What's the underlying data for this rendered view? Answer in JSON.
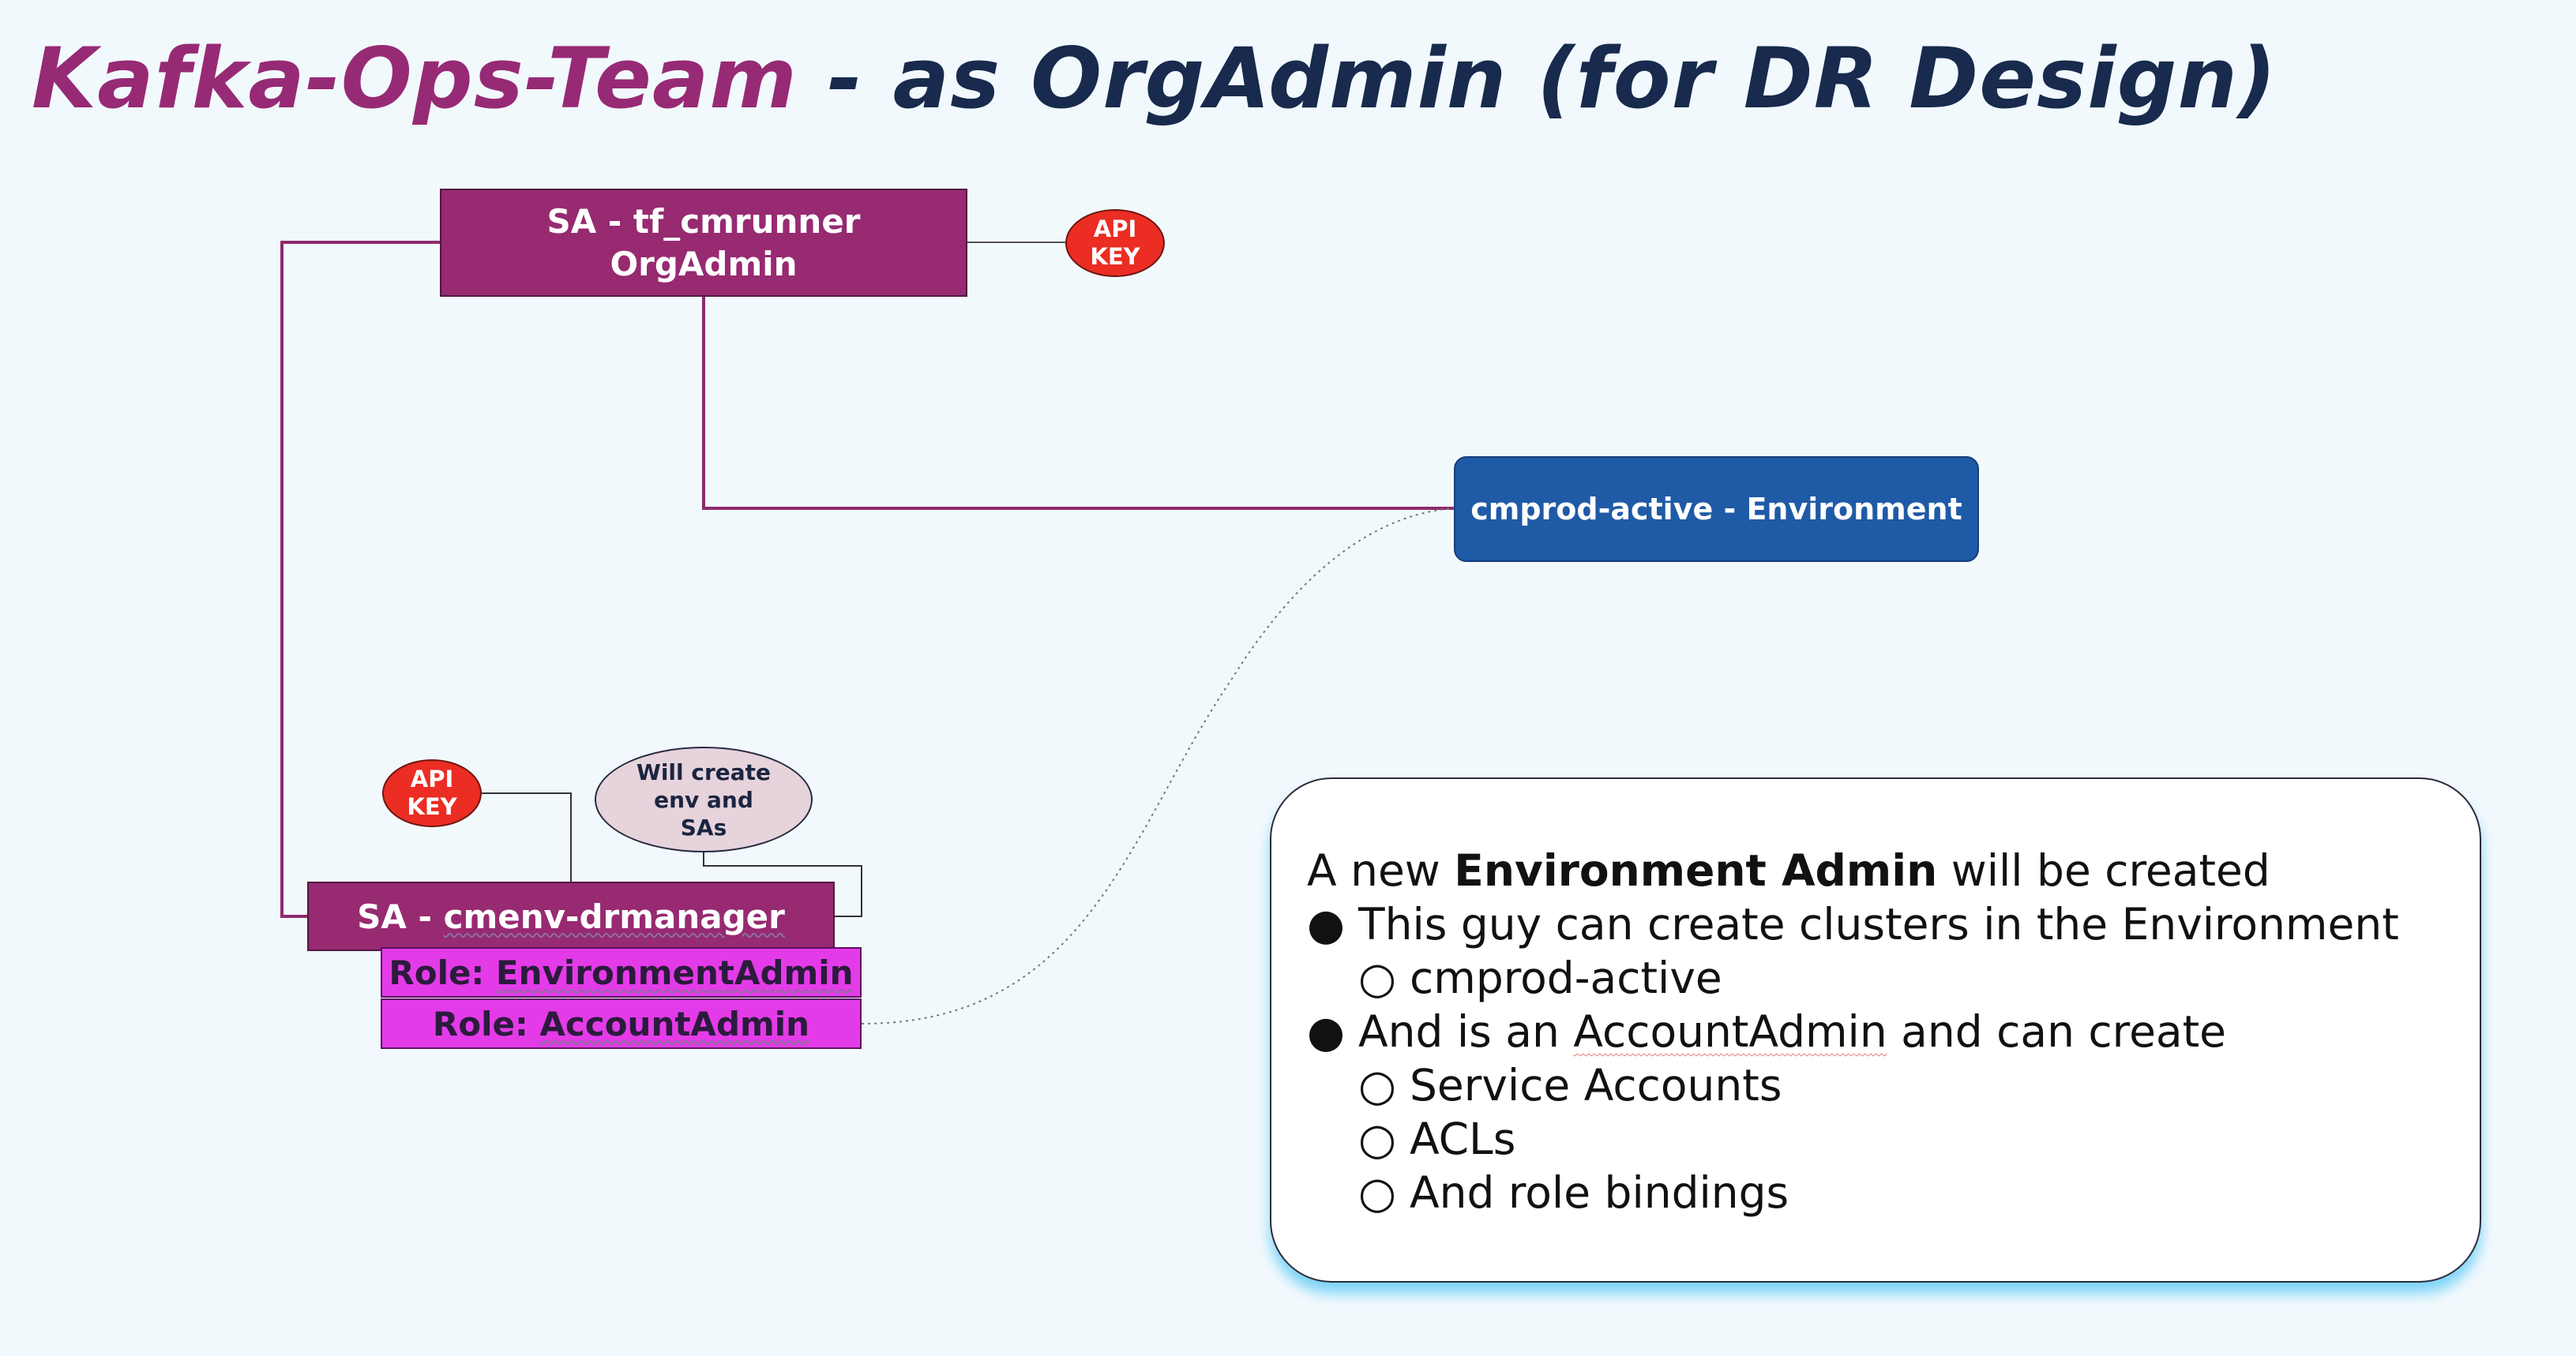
{
  "title": {
    "part1": "Kafka-Ops-Team",
    "part2": " - as OrgAdmin (for DR Design)"
  },
  "nodes": {
    "sa_top": {
      "line1": "SA - tf_cmrunner",
      "line2": "OrgAdmin"
    },
    "api_key_top": {
      "line1": "API",
      "line2": "KEY"
    },
    "environment": {
      "label": "cmprod-active - Environment"
    },
    "api_key_bottom": {
      "line1": "API",
      "line2": "KEY"
    },
    "bubble": {
      "line1": "Will create",
      "line2": "env and",
      "line3": "SAs"
    },
    "sa_bottom": {
      "prefix": "SA - ",
      "name": "cmenv-drmanager"
    },
    "role_env": {
      "prefix": "Role: ",
      "name": "EnvironmentAdmin"
    },
    "role_account": {
      "prefix": "Role: ",
      "name": "AccountAdmin"
    }
  },
  "note": {
    "intro_pre": "A new ",
    "intro_bold": "Environment Admin",
    "intro_post": " will be created",
    "bullet1": "This guy can create clusters in the Environment",
    "bullet1_sub1": "cmprod-active",
    "bullet2_pre": "And is an ",
    "bullet2_link": "AccountAdmin",
    "bullet2_post": " and can create",
    "bullet2_sub1": "Service Accounts",
    "bullet2_sub2": "ACLs",
    "bullet2_sub3": "And role bindings",
    "bullet_marker": "●",
    "sub_marker": "○"
  },
  "colors": {
    "title_accent": "#972a75",
    "title_main": "#182a4d",
    "sa_box": "#972a71",
    "environment_box": "#1f5aa6",
    "role_box": "#e43be8",
    "api_key": "#eb2d23",
    "bubble": "#e6d3dc",
    "connector": "#8e2a6b",
    "background": "#f2f9fd"
  }
}
